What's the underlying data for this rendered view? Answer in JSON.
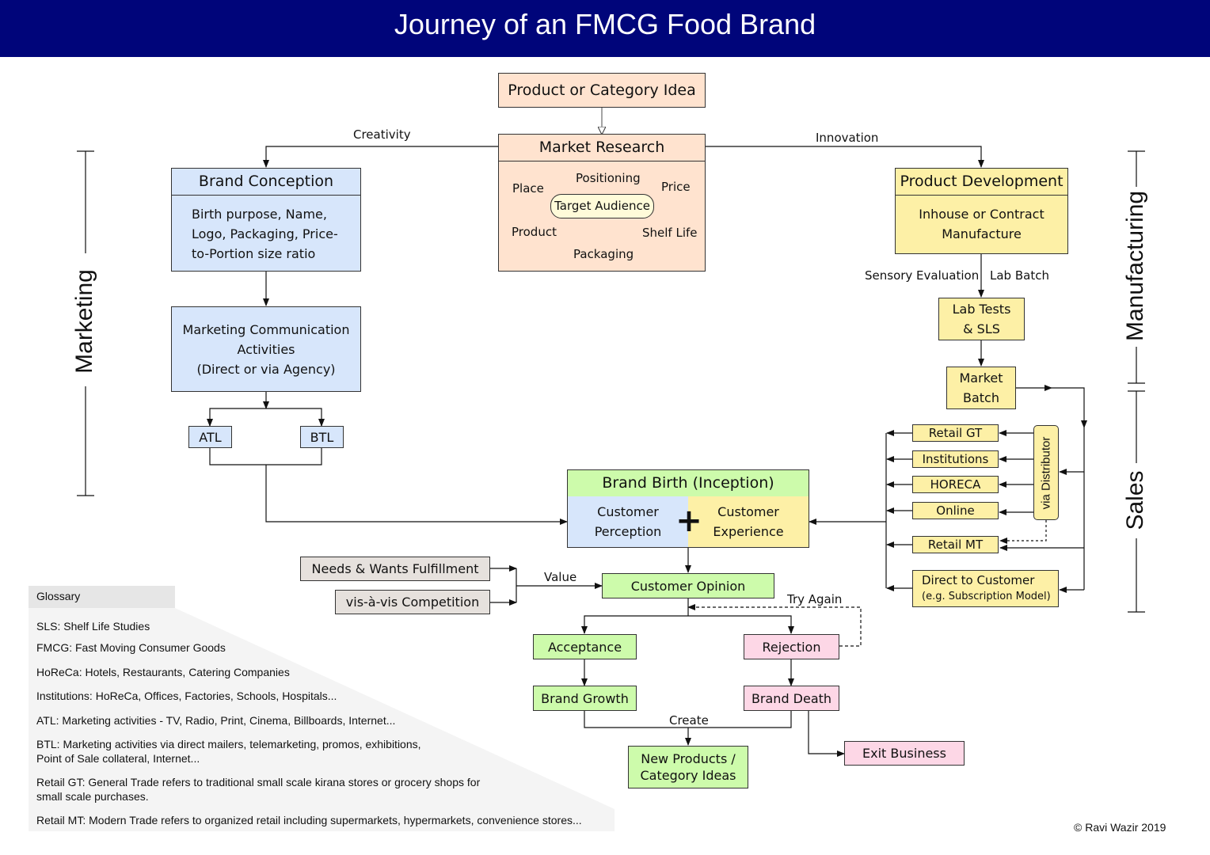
{
  "title": "Journey of an FMCG Food Brand",
  "idea": "Product or Category Idea",
  "market_research": {
    "title": "Market Research",
    "positioning": "Positioning",
    "place": "Place",
    "price": "Price",
    "target": "Target Audience",
    "product": "Product",
    "shelf_life": "Shelf Life",
    "packaging": "Packaging"
  },
  "creativity": "Creativity",
  "innovation": "Innovation",
  "brand_conception": {
    "title": "Brand Conception",
    "lines": [
      "Birth purpose, Name,",
      "Logo, Packaging, Price-",
      "to-Portion size ratio"
    ]
  },
  "marcom": [
    "Marketing Communication",
    "Activities",
    "(Direct or via Agency)"
  ],
  "atl": "ATL",
  "btl": "BTL",
  "product_dev": {
    "title": "Product Development",
    "lines": [
      "Inhouse or Contract",
      "Manufacture"
    ]
  },
  "sensory": "Sensory Evaluation",
  "lab_batch": "Lab Batch",
  "lab_tests": [
    "Lab Tests",
    "& SLS"
  ],
  "market_batch": [
    "Market",
    "Batch"
  ],
  "channels": {
    "retail_gt": "Retail GT",
    "institutions": "Institutions",
    "horeca": "HORECA",
    "online": "Online",
    "retail_mt": "Retail MT",
    "direct": [
      "Direct to Customer",
      "(e.g. Subscription Model)"
    ],
    "via_distributor": "via Distributor"
  },
  "brand_birth": {
    "title": "Brand Birth (Inception)",
    "perception": [
      "Customer",
      "Perception"
    ],
    "experience": [
      "Customer",
      "Experience"
    ],
    "plus": "+"
  },
  "needs": "Needs & Wants Fulfillment",
  "competition": "vis-à-vis Competition",
  "value": "Value",
  "opinion": "Customer Opinion",
  "try_again": "Try Again",
  "acceptance": "Acceptance",
  "rejection": "Rejection",
  "growth": "Brand Growth",
  "death": "Brand Death",
  "create": "Create",
  "new_products": [
    "New Products /",
    "Category Ideas"
  ],
  "exit": "Exit Business",
  "side_labels": {
    "marketing": "Marketing",
    "manufacturing": "Manufacturing",
    "sales": "Sales"
  },
  "glossary": {
    "title": "Glossary",
    "items": [
      "SLS: Shelf Life Studies",
      "FMCG: Fast Moving Consumer Goods",
      "HoReCa: Hotels, Restaurants, Catering Companies",
      "Institutions: HoReCa, Offices, Factories, Schools, Hospitals...",
      "ATL: Marketing activities - TV, Radio, Print, Cinema, Billboards, Internet...",
      "BTL: Marketing activities via direct mailers, telemarketing, promos, exhibitions,\nPoint of Sale collateral, Internet...",
      "Retail GT: General Trade refers to traditional small scale kirana stores or grocery shops for\nsmall scale purchases.",
      "Retail MT: Modern Trade refers to organized retail including supermarkets, hypermarkets, convenience stores..."
    ]
  },
  "copyright": "© Ravi Wazir 2019",
  "colors": {
    "header": "#00057a",
    "peach": "#ffe3cf",
    "blue": "#d7e6fb",
    "yellow": "#fdf0a6",
    "green": "#cdfbab",
    "pink": "#fdd7e6",
    "grey": "#e6e1dd"
  }
}
